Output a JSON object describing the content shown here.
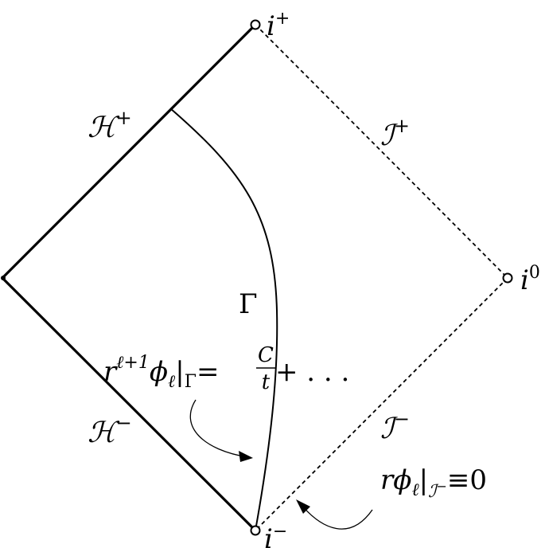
{
  "labels": {
    "i_plus_base": "i",
    "i_plus_sup": "+",
    "i_zero_base": "i",
    "i_zero_sup": "0",
    "i_minus_base": "i",
    "i_minus_sup": "−",
    "H_plus_base": "ℋ",
    "H_plus_sup": "+",
    "H_minus_base": "ℋ",
    "H_minus_sup": "−",
    "scri_plus_base": "ℐ",
    "scri_plus_sup": "+",
    "scri_minus_base": "ℐ",
    "scri_minus_sup": "−",
    "gamma": "Γ"
  },
  "annotation_gamma": {
    "r": "r",
    "exponent": "ℓ+1",
    "phi": "ϕ",
    "phi_sub": "ℓ",
    "bar": "|",
    "bar_sub": "Γ",
    "equals": "=",
    "frac_num": "C",
    "frac_den": "t",
    "tail": "+ . . ."
  },
  "annotation_scri": {
    "r": "r",
    "phi": "ϕ",
    "phi_sub": "ℓ",
    "bar": "|",
    "bar_sub": "ℐ",
    "bar_sub_sup": "−",
    "equiv": "≡",
    "value": "0"
  }
}
